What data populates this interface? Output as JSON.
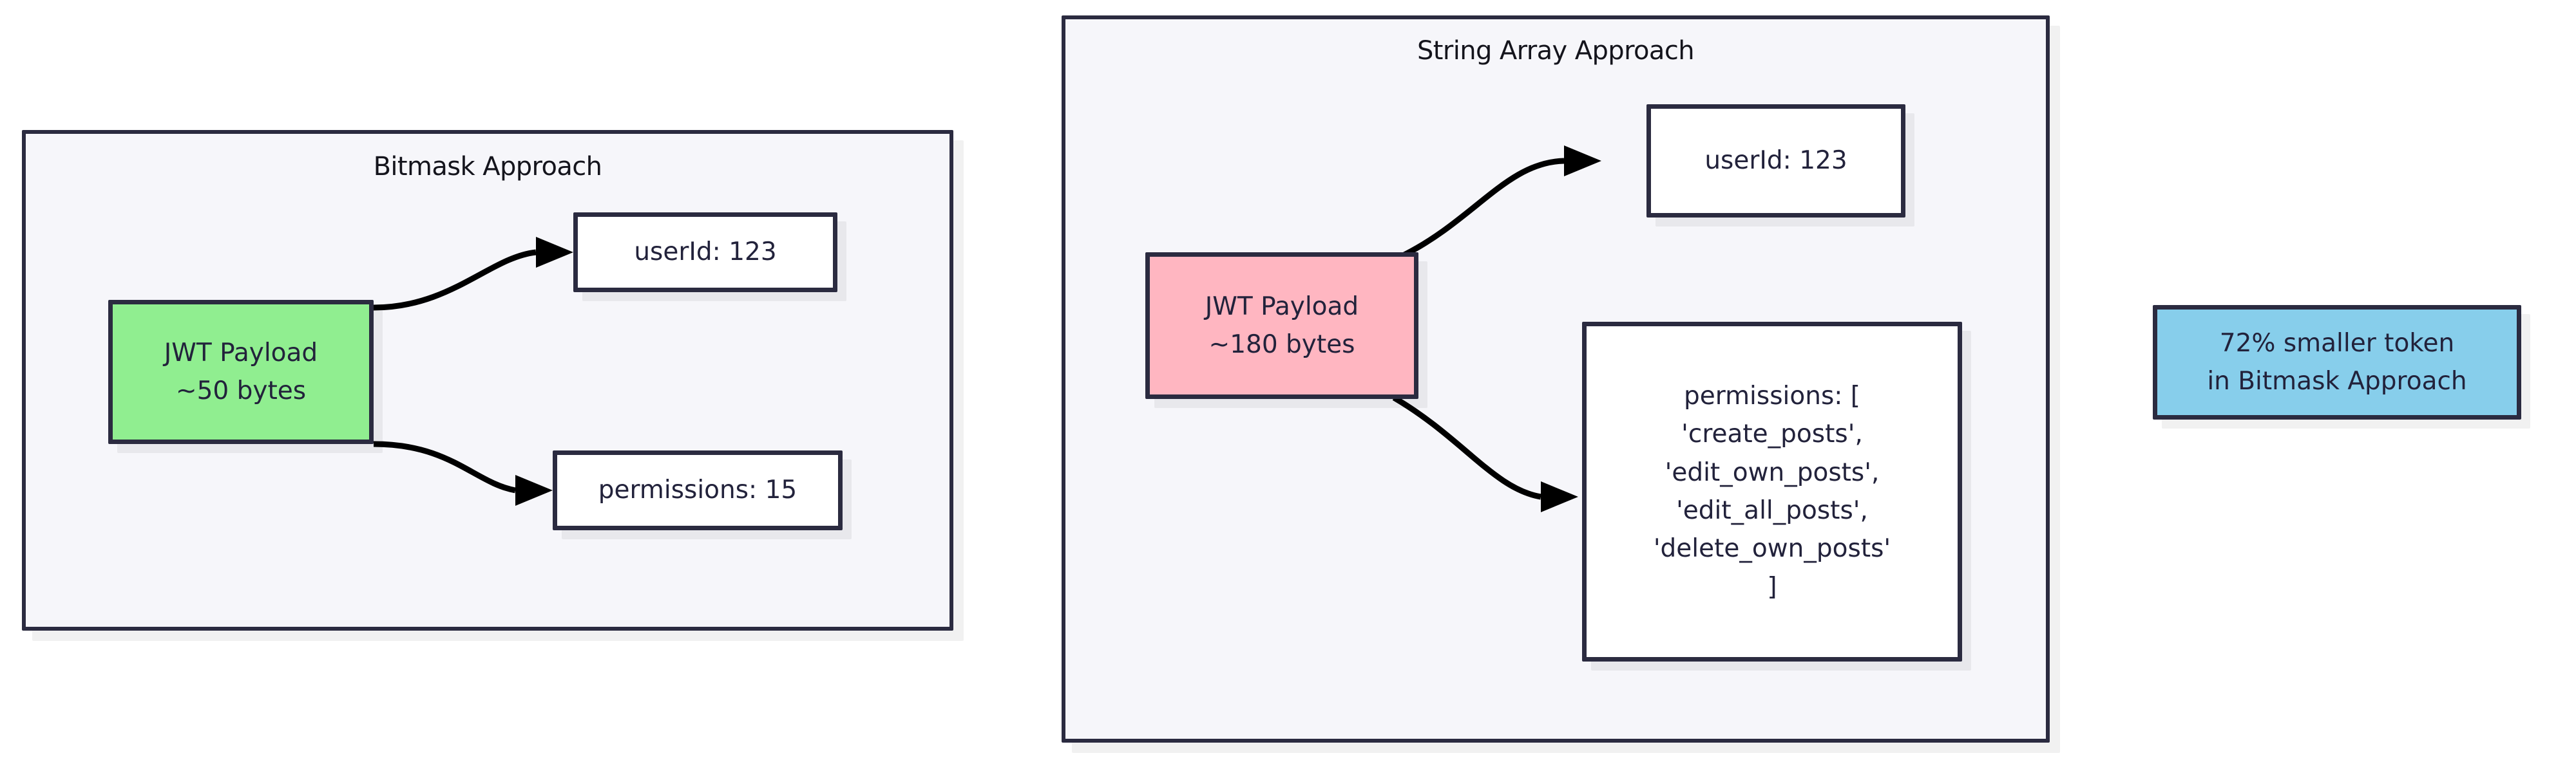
{
  "diagram": {
    "type": "flowchart",
    "title": "JWT payload size comparison: bitmask vs string array permissions",
    "background": "#ffffff",
    "palette": {
      "border": "#2b2b40",
      "text": "#22223b",
      "subgraph_fill": "#f6f6fa",
      "node_white": "#ffffff",
      "node_green": "#90ee90",
      "node_pink": "#ffb6c1",
      "node_blue": "#87ceeb",
      "edge": "#000000"
    }
  },
  "subgraphs": [
    {
      "id": "bitmask",
      "title": "Bitmask Approach"
    },
    {
      "id": "string_array",
      "title": "String Array Approach"
    }
  ],
  "nodes": {
    "bitmask_payload": {
      "lines": [
        "JWT Payload",
        "~50 bytes"
      ],
      "fill": "#90ee90"
    },
    "bitmask_userid": {
      "lines": [
        "userId: 123"
      ],
      "fill": "#ffffff"
    },
    "bitmask_permissions": {
      "lines": [
        "permissions: 15"
      ],
      "fill": "#ffffff"
    },
    "array_payload": {
      "lines": [
        "JWT Payload",
        "~180 bytes"
      ],
      "fill": "#ffb6c1"
    },
    "array_userid": {
      "lines": [
        "userId: 123"
      ],
      "fill": "#ffffff"
    },
    "array_permissions": {
      "lines": [
        "permissions: [",
        "'create_posts',",
        "'edit_own_posts',",
        "'edit_all_posts',",
        "'delete_own_posts'",
        "]"
      ],
      "fill": "#ffffff"
    },
    "savings_callout": {
      "lines": [
        "72% smaller token",
        "in Bitmask Approach"
      ],
      "fill": "#87ceeb"
    }
  },
  "edges": [
    {
      "from": "bitmask_payload",
      "to": "bitmask_userid",
      "arrowhead": "filled-triangle"
    },
    {
      "from": "bitmask_payload",
      "to": "bitmask_permissions",
      "arrowhead": "filled-triangle"
    },
    {
      "from": "array_payload",
      "to": "array_userid",
      "arrowhead": "filled-triangle"
    },
    {
      "from": "array_payload",
      "to": "array_permissions",
      "arrowhead": "filled-triangle"
    }
  ]
}
